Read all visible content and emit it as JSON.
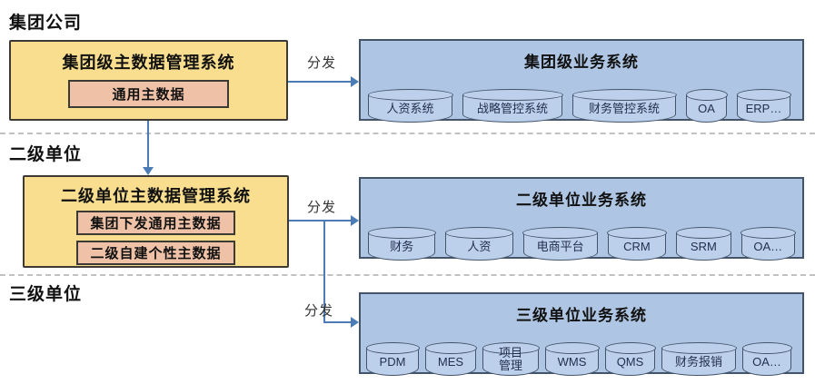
{
  "colors": {
    "yellow_fill": "#F8DE8E",
    "pink_fill": "#EFC2A7",
    "panel_fill": "#AEC6E3",
    "cyl_fill": "#BDD0EB",
    "panel_border": "#44546A",
    "dark_border": "#3B3A35",
    "arrow": "#4C7CB5",
    "divider": "#ADADAD"
  },
  "sections": [
    {
      "label": "集团公司",
      "mdm": {
        "title": "集团级主数据管理系统",
        "items": [
          "通用主数据"
        ]
      },
      "distribute_label": "分发",
      "business": {
        "title": "集团级业务系统",
        "systems": [
          "人资系统",
          "战略管控系统",
          "财务管控系统",
          "OA",
          "ERP…"
        ]
      }
    },
    {
      "label": "二级单位",
      "mdm": {
        "title": "二级单位主数据管理系统",
        "items": [
          "集团下发通用主数据",
          "二级自建个性主数据"
        ]
      },
      "distribute_label": "分发",
      "business": {
        "title": "二级单位业务系统",
        "systems": [
          "财务",
          "人资",
          "电商平台",
          "CRM",
          "SRM",
          "OA…"
        ]
      }
    },
    {
      "label": "三级单位",
      "distribute_label": "分发",
      "business": {
        "title": "三级单位业务系统",
        "systems": [
          "PDM",
          "MES",
          "项目管理",
          "WMS",
          "QMS",
          "财务报销",
          "OA…"
        ]
      }
    }
  ]
}
